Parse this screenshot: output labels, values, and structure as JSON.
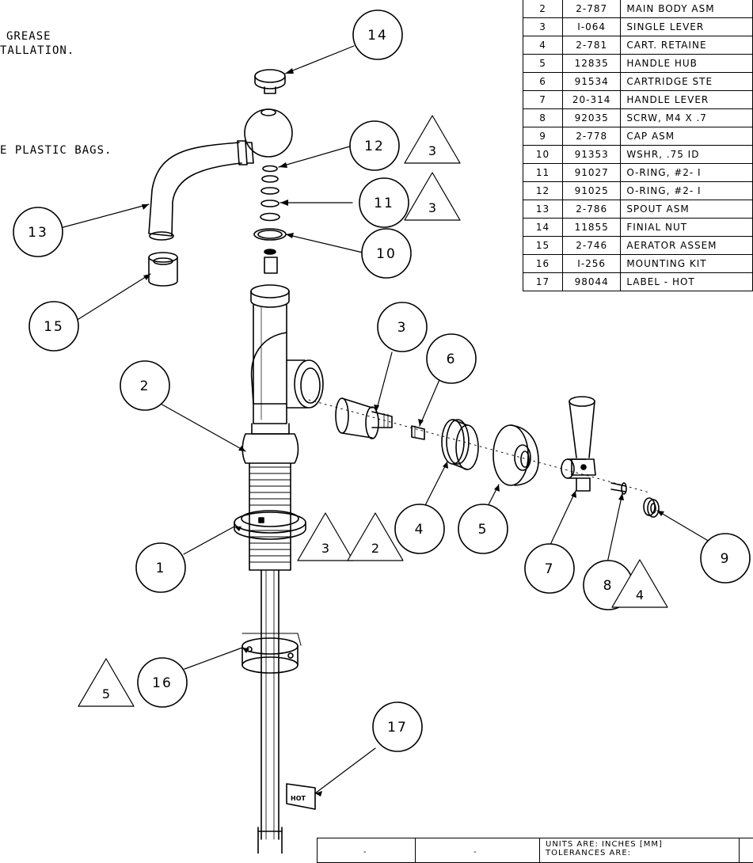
{
  "notes": [
    "GREASE",
    "TALLATION.",
    "E PLASTIC BAGS."
  ],
  "bom": [
    {
      "item": "2",
      "part": "2-787",
      "desc": "MAIN BODY ASM"
    },
    {
      "item": "3",
      "part": "I-064",
      "desc": "SINGLE LEVER"
    },
    {
      "item": "4",
      "part": "2-781",
      "desc": "CART. RETAINE"
    },
    {
      "item": "5",
      "part": "12835",
      "desc": "HANDLE HUB"
    },
    {
      "item": "6",
      "part": "91534",
      "desc": "CARTRIDGE STE"
    },
    {
      "item": "7",
      "part": "20-314",
      "desc": "HANDLE LEVER"
    },
    {
      "item": "8",
      "part": "92035",
      "desc": "SCRW, M4 X .7"
    },
    {
      "item": "9",
      "part": "2-778",
      "desc": "CAP ASM"
    },
    {
      "item": "10",
      "part": "91353",
      "desc": "WSHR, .75 ID"
    },
    {
      "item": "11",
      "part": "91027",
      "desc": "O-RING, #2- I"
    },
    {
      "item": "12",
      "part": "91025",
      "desc": "O-RING, #2- I"
    },
    {
      "item": "13",
      "part": "2-786",
      "desc": "SPOUT ASM"
    },
    {
      "item": "14",
      "part": "11855",
      "desc": "FINIAL NUT"
    },
    {
      "item": "15",
      "part": "2-746",
      "desc": "AERATOR ASSEM"
    },
    {
      "item": "16",
      "part": "I-256",
      "desc": "MOUNTING KIT"
    },
    {
      "item": "17",
      "part": "98044",
      "desc": "LABEL - HOT"
    }
  ],
  "balloons": [
    "14",
    "12",
    "11",
    "10",
    "13",
    "15",
    "3",
    "6",
    "2",
    "4",
    "5",
    "7",
    "8",
    "9",
    "1",
    "16",
    "17"
  ],
  "triangles": [
    "3",
    "3",
    "3",
    "2",
    "4",
    "5"
  ],
  "label_hot": "HOT",
  "title_block": {
    "cell1": "-",
    "cell2": "-",
    "units": "UNITS ARE: INCHES [MM]",
    "tolerances": "TOLERANCES ARE:"
  }
}
